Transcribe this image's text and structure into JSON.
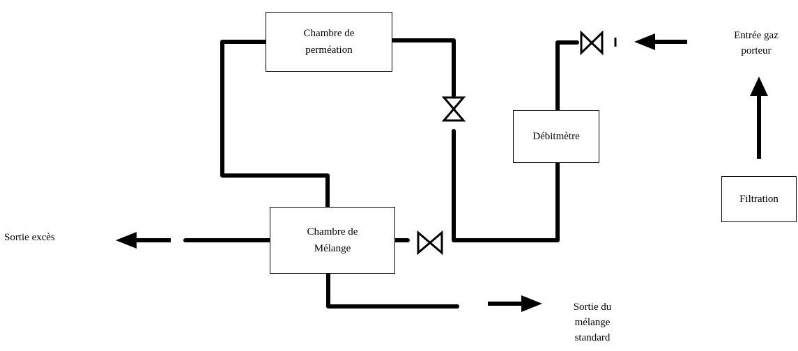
{
  "boxes": {
    "permeation": [
      "Chambre de",
      "perméation"
    ],
    "debitmetre": "Débitmètre",
    "melange": [
      "Chambre de",
      "Mélange"
    ],
    "filtration": "Filtration"
  },
  "labels": {
    "entree": [
      "Entrée gaz",
      "porteur"
    ],
    "sortie_exces": "Sortie excès",
    "sortie_melange": [
      "Sortie du",
      "mélange",
      "standard"
    ]
  },
  "colors": {
    "line": "#000000",
    "box_border": "#000000",
    "background": "#ffffff"
  }
}
